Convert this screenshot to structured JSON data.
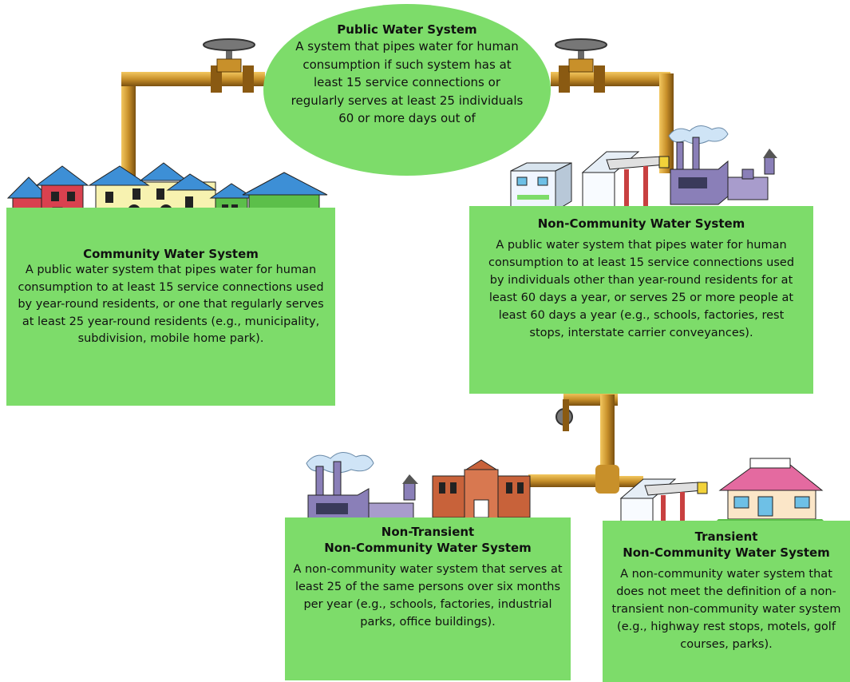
{
  "public": {
    "title": "Public Water System",
    "text": "A system that pipes water for human consumption if such system has at least 15 service connections or regularly serves at least 25 individuals 60 or more days out of"
  },
  "community": {
    "title": "Community Water System",
    "text": "A public water system that pipes water for human consumption to at least 15 service connections used by year-round residents, or one that regularly serves at least 25 year-round residents (e.g., municipality, subdivision, mobile home park)."
  },
  "noncommunity": {
    "title": "Non-Community Water System",
    "text": "A public water system that pipes water for human consumption to at least 15 service connections used by individuals other than year-round residents for at least 60 days a year, or serves 25 or more people at least 60 days a year (e.g., schools, factories, rest stops, interstate carrier conveyances)."
  },
  "nontransient": {
    "title_line1": "Non-Transient",
    "title_line2": "Non-Community Water System",
    "text": "A non-community water system that serves at least 25 of the same persons over six months per year (e.g., schools, factories, industrial parks, office buildings)."
  },
  "transient": {
    "title_line1": "Transient",
    "title_line2": "Non-Community Water System",
    "text": "A non-community water system that does not meet the definition of a non-transient non-community water system (e.g., highway rest stops, motels, golf courses, parks)."
  },
  "colors": {
    "box_green": "#7ddc6a",
    "pipe_gold": "#c8902a",
    "house_red": "#d9414f",
    "house_yellow": "#f7f2b0",
    "house_green": "#5cbf4a",
    "roof_blue": "#3d8fd6",
    "factory_purple": "#8a7fb8",
    "school_brick": "#c8623a",
    "motel_pink": "#e46aa0"
  }
}
